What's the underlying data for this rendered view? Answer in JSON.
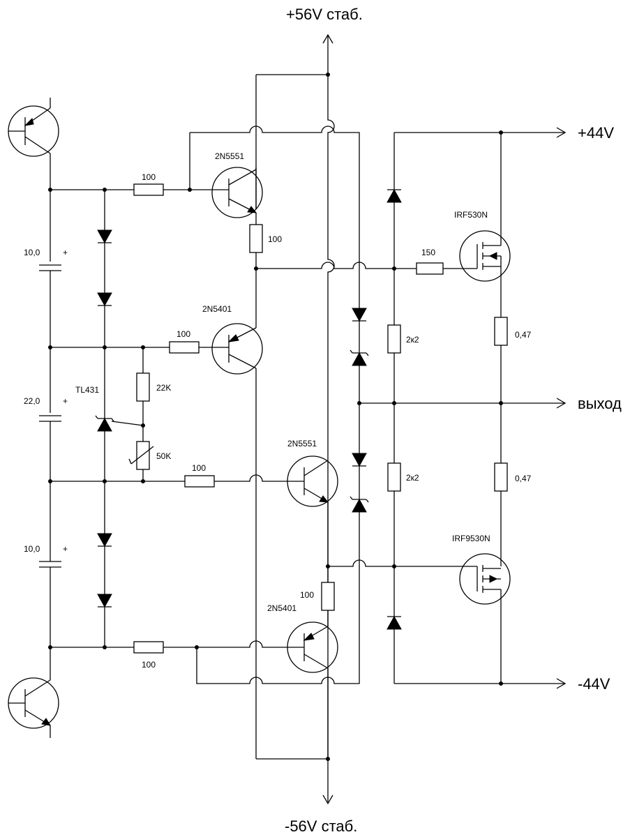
{
  "supplies": {
    "top_rail": "+56V стаб.",
    "bottom_rail": "-56V стаб.",
    "pos_out": "+44V",
    "neg_out": "-44V",
    "output": "выход"
  },
  "labels": {
    "c1_value": "10,0",
    "c2_value": "22,0",
    "c3_value": "10,0",
    "plus": "+",
    "r_in_top": "100",
    "r_top_emitter": "100",
    "r_mid_top": "100",
    "r_22k": "22K",
    "r_50k": "50K",
    "r_mid_bot": "100",
    "r_bot_emitter": "100",
    "r_in_bot": "100",
    "r_gate_top": "150",
    "r_2k2_top": "2к2",
    "r_2k2_bot": "2к2",
    "r_047_top": "0,47",
    "r_047_bot": "0,47",
    "q_2n5551_top": "2N5551",
    "q_2n5401_top": "2N5401",
    "q_2n5551_bot": "2N5551",
    "q_2n5401_bot": "2N5401",
    "tl431": "TL431",
    "mosfet_n": "IRF530N",
    "mosfet_p": "IRF9530N"
  }
}
